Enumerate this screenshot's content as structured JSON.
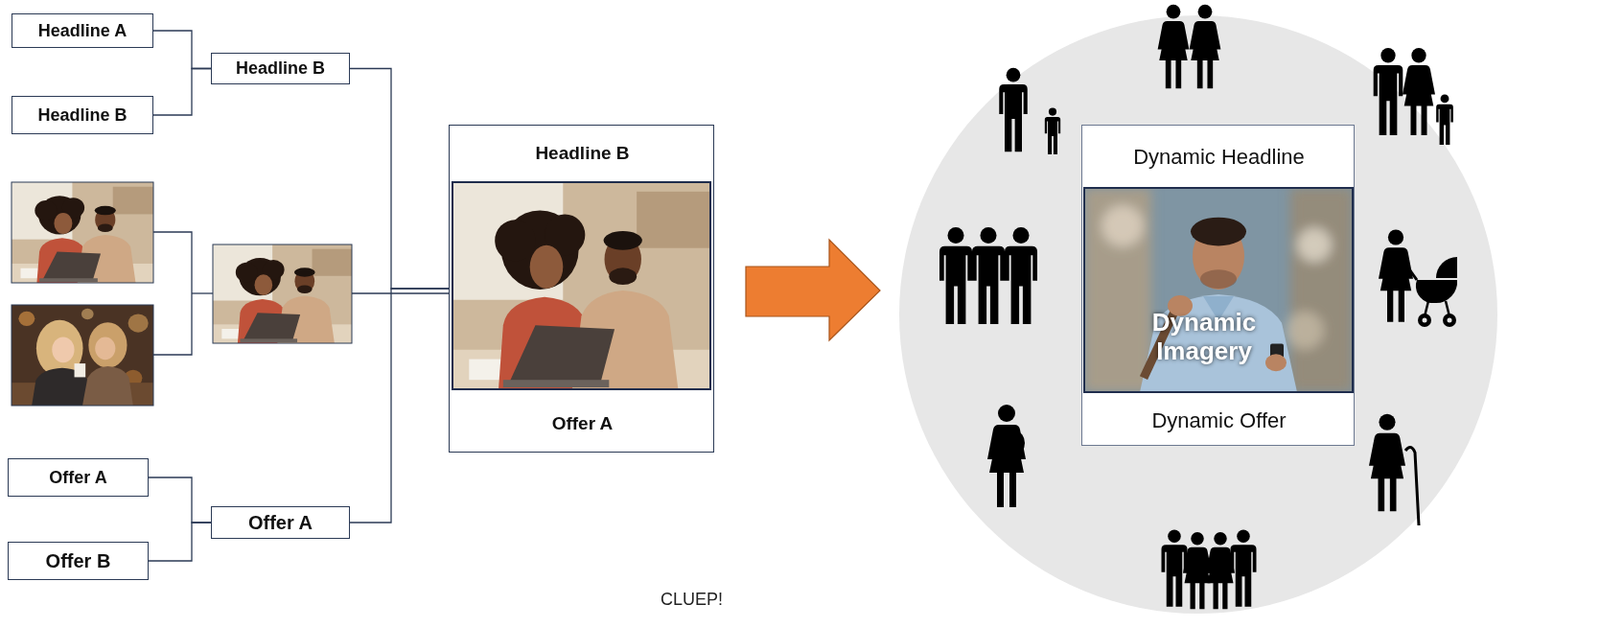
{
  "diagram": {
    "nodes": [
      {
        "text": [
          "Headline A"
        ]
      },
      {
        "text": [
          "Headline B"
        ]
      },
      {
        "text": [
          "Headline B"
        ]
      },
      {
        "text": [
          "Offer A"
        ]
      },
      {
        "text": [
          "Offer B"
        ]
      },
      {
        "text": [
          "Offer A"
        ]
      },
      {
        "text": [
          "Headline B",
          "Offer A"
        ]
      },
      {
        "text": [
          "Dynamic Headline",
          "Dynamic Imagery",
          "Dynamic Offer"
        ]
      }
    ],
    "edges": [
      {
        "from": 0,
        "to": 2,
        "arrow": "none"
      },
      {
        "from": 1,
        "to": 2,
        "arrow": "none"
      },
      {
        "from": 3,
        "to": 5,
        "arrow": "none"
      },
      {
        "from": 4,
        "to": 5,
        "arrow": "none"
      },
      {
        "from": 2,
        "to": 6,
        "arrow": "none"
      },
      {
        "from": 5,
        "to": 6,
        "arrow": "none"
      }
    ],
    "labels": [
      "CLUEP!"
    ]
  }
}
